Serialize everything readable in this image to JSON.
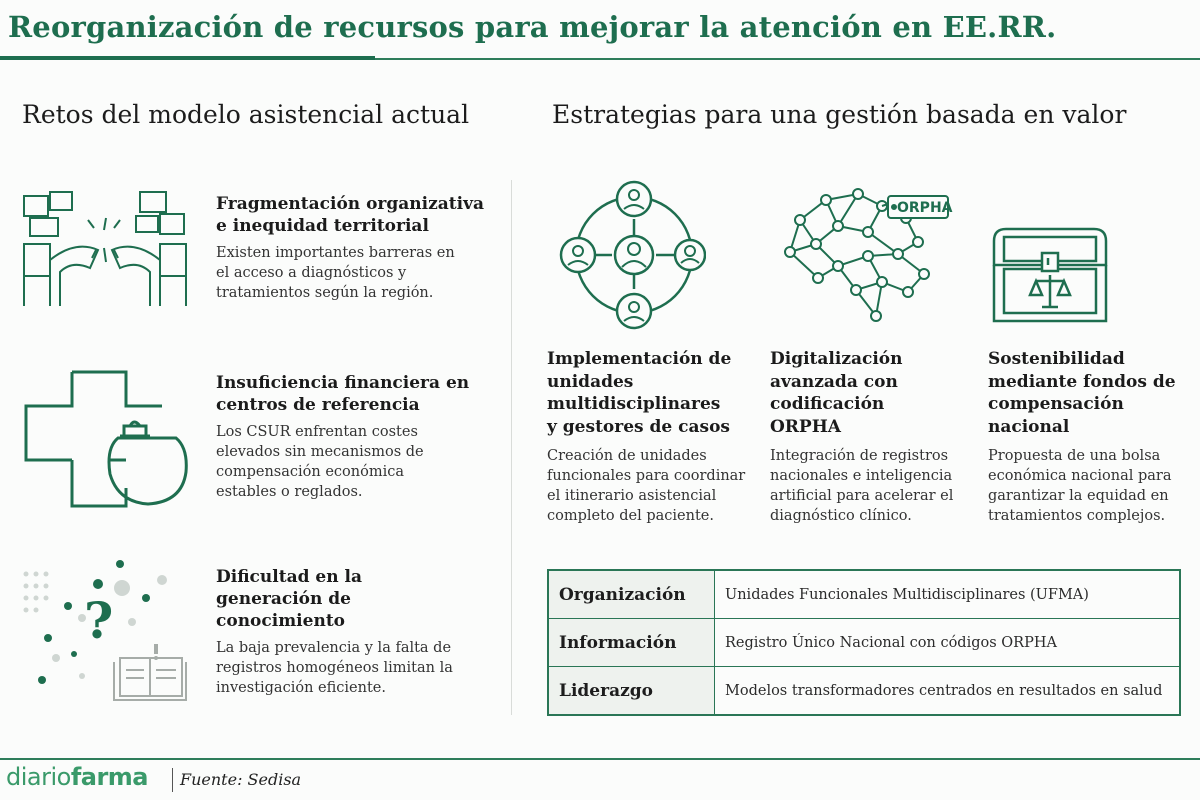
{
  "title": "Reorganización de recursos para mejorar la atención en EE.RR.",
  "left_section": {
    "heading": "Retos del modelo asistencial actual",
    "challenges": [
      {
        "title_line1": "Fragmentación organizativa",
        "title_line2": "e inequidad territorial",
        "text_lines": [
          "Existen importantes barreras en",
          "el acceso a diagnósticos y",
          "tratamientos según la región."
        ],
        "icon": "broken-bridge-icon"
      },
      {
        "title_line1": "Insuficiencia financiera en",
        "title_line2": "centros de referencia",
        "text_lines": [
          "Los CSUR enfrentan costes",
          "elevados sin mecanismos de",
          "compensación económica",
          "estables o reglados."
        ],
        "icon": "medical-cross-purse-icon"
      },
      {
        "title_lines": [
          "Dificultad en la",
          "generación de",
          "conocimiento"
        ],
        "text_lines": [
          "La baja prevalencia y la falta de",
          "registros homogéneos limitan la",
          "investigación eficiente."
        ],
        "icon": "question-book-icon"
      }
    ]
  },
  "right_section": {
    "heading": "Estrategias para una gestión basada en valor",
    "strategies": [
      {
        "title_lines": [
          "Implementación de",
          "unidades",
          "multidisciplinares",
          "y gestores de casos"
        ],
        "text_lines": [
          "Creación de unidades",
          "funcionales para coordinar",
          "el itinerario asistencial",
          "completo del paciente."
        ],
        "icon": "care-team-network-icon"
      },
      {
        "title_lines": [
          "Digitalización",
          "avanzada con",
          "codificación",
          "ORPHA"
        ],
        "text_lines": [
          "Integración de registros",
          "nacionales e inteligencia",
          "artificial para acelerar el",
          "diagnóstico clínico."
        ],
        "icon": "network-brain-icon",
        "icon_tag": "ORPHA"
      },
      {
        "title_lines": [
          "Sostenibilidad",
          "mediante fondos de",
          "compensación",
          "nacional"
        ],
        "text_lines": [
          "Propuesta de una bolsa",
          "económica nacional para",
          "garantizar la equidad en",
          "tratamientos complejos."
        ],
        "icon": "treasure-chest-scales-icon"
      }
    ],
    "table": [
      {
        "key": "Organización",
        "value": "Unidades Funcionales Multidisciplinares (UFMA)"
      },
      {
        "key": "Información",
        "value": "Registro Único Nacional con códigos ORPHA"
      },
      {
        "key": "Liderazgo",
        "value": "Modelos transformadores centrados en resultados en salud"
      }
    ]
  },
  "footer": {
    "brand_light": "diario",
    "brand_bold": "farma",
    "source": "Fuente: Sedisa"
  },
  "colors": {
    "accent": "#1e6e4f",
    "brand": "#3a9a6a",
    "table_key_bg": "#eef2ee"
  }
}
